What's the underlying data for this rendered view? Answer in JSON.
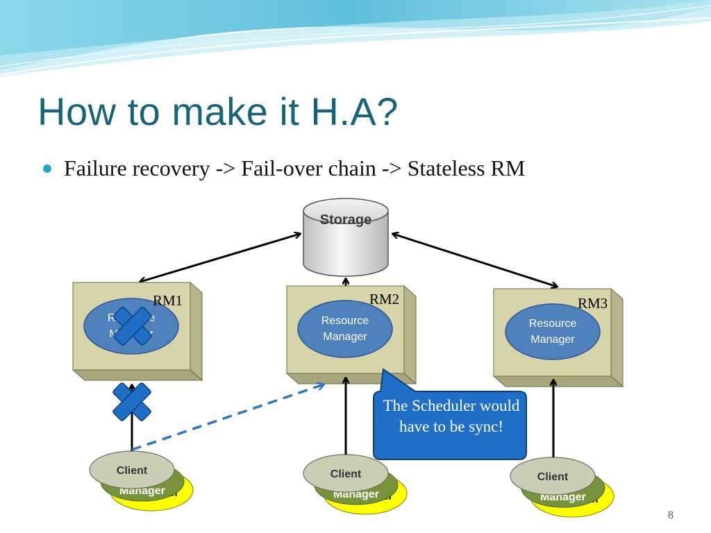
{
  "slide": {
    "title": "How to make it H.A?",
    "bullet": "Failure recovery -> Fail-over chain -> Stateless RM",
    "page_number": "8"
  },
  "diagram": {
    "storage_label": "Storage",
    "nodes": [
      {
        "id": "rm1",
        "label": "RM1",
        "rm_line1": "Resource",
        "rm_line2": "Manager",
        "client": "Client",
        "back_text": "Manager",
        "back_text2": "er",
        "failed": true
      },
      {
        "id": "rm2",
        "label": "RM2",
        "rm_line1": "Resource",
        "rm_line2": "Manager",
        "client": "Client",
        "back_text": "Manager",
        "back_text2": "er",
        "failed": false
      },
      {
        "id": "rm3",
        "label": "RM3",
        "rm_line1": "Resource",
        "rm_line2": "Manager",
        "client": "Client",
        "back_text": "Manager",
        "back_text2": "er",
        "failed": false
      }
    ],
    "callout": "The Scheduler would have to be sync!"
  },
  "colors": {
    "title": "#17637a",
    "bullet": "#1fa8cc",
    "rm_box": "#d6d4a8",
    "rm_ellipse": "#4f81bd",
    "client_grey": "#c9ceb4",
    "client_green": "#77933c",
    "client_yellow": "#ffff00",
    "cross": "#1f6fc6",
    "callout": "#1f6fc6",
    "dashed_arrow": "#2e75c6"
  }
}
